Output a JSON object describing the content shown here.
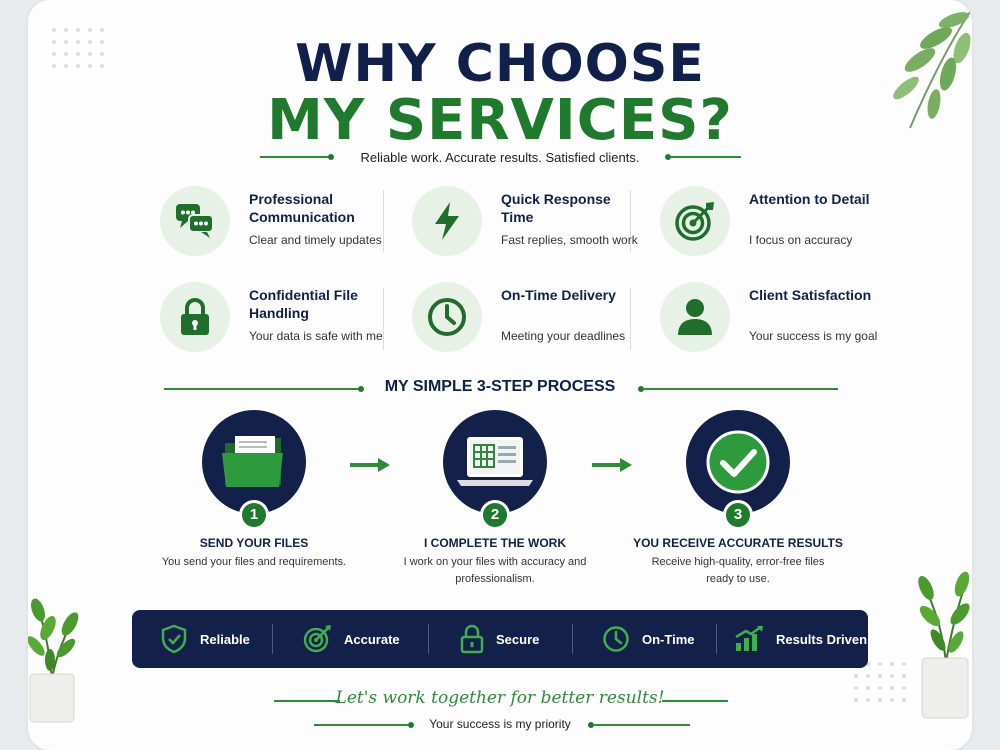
{
  "header": {
    "title_line1": "WHY CHOOSE",
    "title_line2": "MY SERVICES?",
    "tagline": "Reliable work. Accurate results. Satisfied clients."
  },
  "features": [
    {
      "icon": "chat-icon",
      "title": "Professional Communication",
      "desc": "Clear and timely updates"
    },
    {
      "icon": "lightning-icon",
      "title": "Quick Response Time",
      "desc": "Fast replies, smooth work"
    },
    {
      "icon": "target-icon",
      "title": "Attention to Detail",
      "desc": "I focus on accuracy"
    },
    {
      "icon": "lock-icon",
      "title": "Confidential File Handling",
      "desc": "Your data is safe with me"
    },
    {
      "icon": "clock-icon",
      "title": "On-Time Delivery",
      "desc": "Meeting your deadlines"
    },
    {
      "icon": "user-icon",
      "title": "Client Satisfaction",
      "desc": "Your success is my goal"
    }
  ],
  "process": {
    "title": "MY SIMPLE 3-STEP PROCESS",
    "steps": [
      {
        "num": "1",
        "title": "SEND YOUR FILES",
        "desc": "You send your files and requirements."
      },
      {
        "num": "2",
        "title": "I COMPLETE THE WORK",
        "desc": "I work on your files with accuracy and professionalism."
      },
      {
        "num": "3",
        "title": "YOU RECEIVE ACCURATE RESULTS",
        "desc": "Receive high-quality, error-free files ready to use."
      }
    ]
  },
  "badges": [
    {
      "icon": "shield-check-icon",
      "label": "Reliable"
    },
    {
      "icon": "target-icon",
      "label": "Accurate"
    },
    {
      "icon": "lock-icon",
      "label": "Secure"
    },
    {
      "icon": "clock-icon",
      "label": "On-Time"
    },
    {
      "icon": "chart-up-icon",
      "label": "Results Driven"
    }
  ],
  "footer": {
    "cta": "Let's work together for better results!",
    "priority": "Your success is my priority"
  },
  "colors": {
    "navy": "#12204a",
    "green": "#1f7a2e",
    "light_green": "#e7f1e6"
  }
}
